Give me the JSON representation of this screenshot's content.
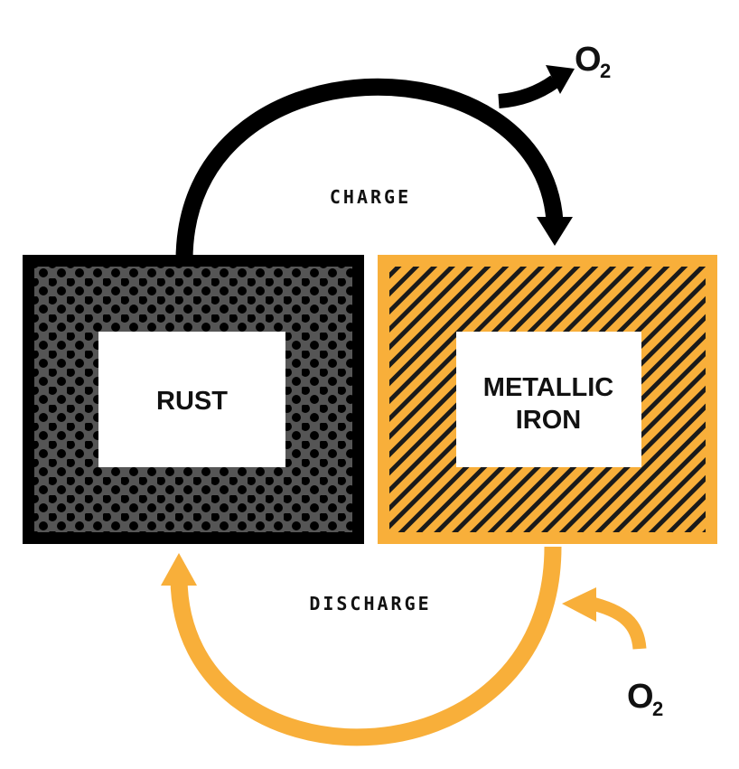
{
  "diagram": {
    "rust_label": "RUST",
    "iron_label_line1": "METALLIC",
    "iron_label_line2": "IRON",
    "charge_label": "CHARGE",
    "discharge_label": "DISCHARGE",
    "oxygen_out": {
      "symbol": "O",
      "subscript": "2"
    },
    "oxygen_in": {
      "symbol": "O",
      "subscript": "2"
    }
  },
  "colors": {
    "black": "#000000",
    "rust_fill": "#555555",
    "dot": "#000000",
    "orange": "#F8AF3A",
    "stripe": "#1a1a1a",
    "white": "#ffffff"
  }
}
